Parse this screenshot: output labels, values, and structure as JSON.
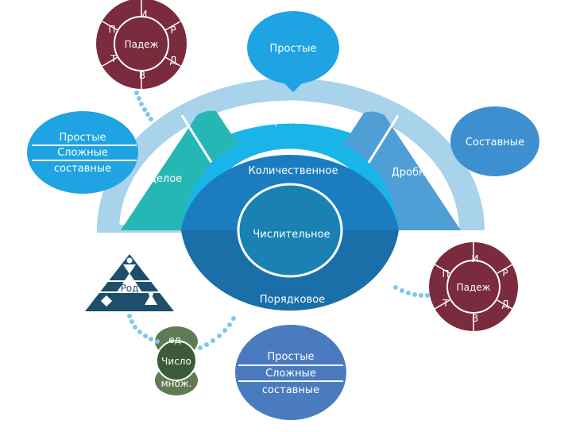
{
  "center": {
    "core": "Числительное",
    "ring_left": "Целое",
    "ring_middle": "Количественное",
    "ring_right": "Дробное",
    "top_band": "Собирательное",
    "bottom": "Порядковое"
  },
  "bubbles": {
    "top": "Простые",
    "right": "Составные",
    "left_lines": [
      "Простые",
      "Сложные",
      "составные"
    ],
    "bottom_lines": [
      "Простые",
      "Сложные",
      "составные"
    ]
  },
  "case_wheel_top": {
    "center": "Падеж",
    "letters": [
      "И",
      "Р",
      "Д",
      "В",
      "Т",
      "П"
    ]
  },
  "case_wheel_right": {
    "center": "Падеж",
    "letters": [
      "И",
      "Р",
      "Д",
      "В",
      "Т",
      "П"
    ]
  },
  "gender": {
    "label": "Род"
  },
  "number": {
    "singular": "ед.",
    "center": "Число",
    "plural": "множ."
  },
  "colors": {
    "arc": "#a8d3ea",
    "top_band": "#1ab5e8",
    "left": "#25b7b4",
    "right": "#4f9fd6",
    "middle_ring": "#1b7cc0",
    "core": "#1982b3",
    "bottom": "#1a6fa8",
    "bubble": "#1fa3e2",
    "bubble_right": "#3d8fd0",
    "bottom_bubble": "#4b7bbf",
    "wheel": "#7b2b3e",
    "triangle": "#1d4f6a",
    "number_dark": "#3d5a3a",
    "number_green": "#5f7b52",
    "dots": "#7ec8ec"
  }
}
